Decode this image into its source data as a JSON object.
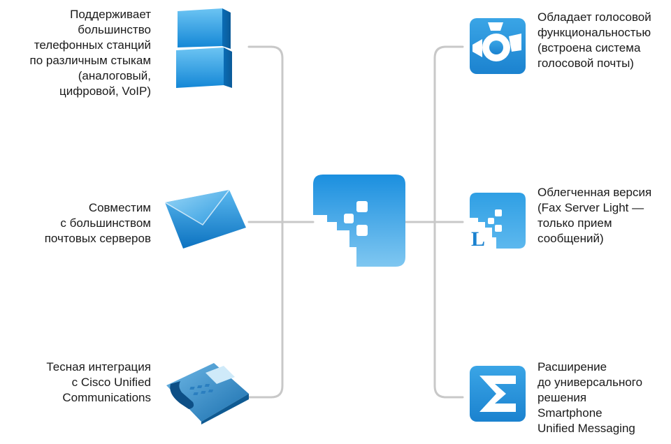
{
  "diagram": {
    "center": {
      "icon": "fax-server-logo-icon"
    },
    "left_items": [
      {
        "icon": "stacked-blocks-icon",
        "text": "Поддерживает\nбольшинство\nтелефонных станций\nпо различным стыкам \n(аналоговый,\nцифровой, VoIP)"
      },
      {
        "icon": "envelope-icon",
        "text": "Совместим\nс большинством\nпочтовых серверов"
      },
      {
        "icon": "desk-phone-icon",
        "text": "Тесная интеграция\nс Cisco Unified\nCommunications"
      }
    ],
    "right_items": [
      {
        "icon": "voice-reel-icon",
        "text": "Обладает голосовой\nфункциональностью\n(встроена система\nголосовой почты)",
        "badge": ""
      },
      {
        "icon": "fax-light-icon",
        "text": "Облегченная версия\n(Fax Server Light —\nтолько прием\nсообщений)",
        "badge": "L"
      },
      {
        "icon": "sigma-icon",
        "text": "Расширение\nдо универсального\nрешения\nSmartphone\nUnified Messaging",
        "badge": ""
      }
    ]
  },
  "colors": {
    "line": "#c8c8c8",
    "blue_light": "#7ec8f3",
    "blue": "#2a9de2",
    "blue_dark": "#0b6fb8",
    "text": "#1a1a1a"
  }
}
